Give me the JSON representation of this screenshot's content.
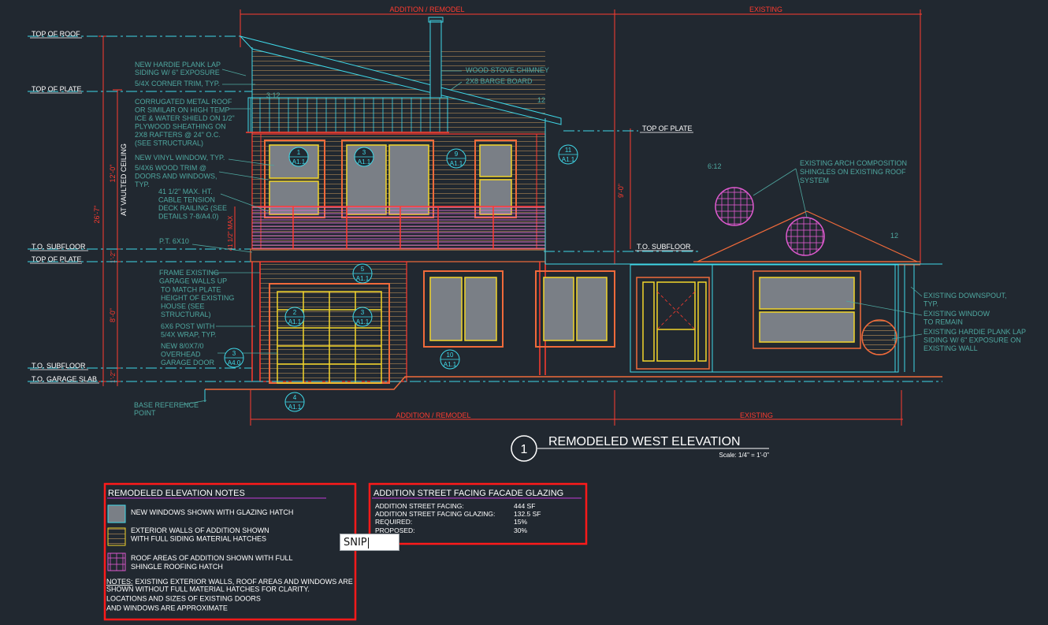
{
  "colors": {
    "background": "#212830",
    "cyan": "#3fd8e8",
    "red": "#ff3b2f",
    "orange": "#f06a3a",
    "yellow": "#f2d52a",
    "teal": "#4fa8a0",
    "magenta": "#c43cd8",
    "pink": "#e88ad8",
    "white": "#e8e8e8",
    "glass": "#7a7f86",
    "siding": "#9a7a50"
  },
  "dimensions": {
    "top_addition": "ADDITION / REMODEL",
    "top_existing": "EXISTING",
    "bottom_addition": "ADDITION / REMODEL",
    "bottom_existing": "EXISTING",
    "overall_height": "26'-7\"",
    "upper_height": "12'-0\"",
    "vaulted_note": "AT VAULTED CEILING",
    "floor_thickness": "1'-2\"",
    "lower_height": "8'-0\"",
    "slab_step": "1'-2\"",
    "existing_height": "9'-0\"",
    "railing_height": "41 1/2\" MAX"
  },
  "levels": {
    "top_of_roof": "TOP OF ROOF",
    "top_of_plate_upper": "TOP OF PLATE",
    "to_subfloor_upper": "T.O. SUBFLOOR",
    "top_of_plate_lower": "TOP OF PLATE",
    "to_subfloor_lower": "T.O. SUBFLOOR",
    "to_garage_slab": "T.O. GARAGE SLAB",
    "existing_top_of_plate": "TOP OF PLATE",
    "existing_subfloor": "T.O. SUBFLOOR"
  },
  "slopes": {
    "addition_roof": "3:12",
    "addition_roof_right": "12",
    "existing_pitch": "6:12",
    "existing_right": "12"
  },
  "notes_left": [
    {
      "lines": [
        "NEW HARDIE PLANK LAP",
        "SIDING W/ 6\" EXPOSURE"
      ]
    },
    {
      "lines": [
        "5/4X CORNER TRIM, TYP."
      ]
    },
    {
      "lines": [
        "CORRUGATED METAL ROOF",
        "OR SIMILAR ON HIGH TEMP",
        "ICE & WATER SHIELD ON 1/2\"",
        "PLYWOOD SHEATHING ON",
        "2X8 RAFTERS @ 24\" O.C.",
        "(SEE STRUCTURAL)"
      ]
    },
    {
      "lines": [
        "NEW VINYL WINDOW, TYP."
      ]
    },
    {
      "lines": [
        "5/4X6 WOOD TRIM @",
        "DOORS AND WINDOWS,",
        "TYP."
      ]
    },
    {
      "lines": [
        "41 1/2\" MAX. HT.",
        "CABLE TENSION",
        "DECK RAILING (SEE",
        "DETAILS 7-8/A4.0)"
      ]
    },
    {
      "lines": [
        "P.T. 6X10"
      ]
    },
    {
      "lines": [
        "FRAME EXISTING",
        "GARAGE WALLS UP",
        "TO MATCH PLATE",
        "HEIGHT OF EXISTING",
        "HOUSE (SEE",
        "STRUCTURAL)"
      ]
    },
    {
      "lines": [
        "6X6 POST WITH",
        "5/4X WRAP, TYP."
      ]
    },
    {
      "lines": [
        "NEW 8/0X7/0",
        "OVERHEAD",
        "GARAGE DOOR"
      ]
    },
    {
      "lines": [
        "BASE REFERENCE",
        "POINT"
      ]
    }
  ],
  "notes_top": [
    {
      "lines": [
        "WOOD STOVE CHIMNEY"
      ]
    },
    {
      "lines": [
        "2X8 BARGE BOARD"
      ]
    }
  ],
  "notes_right": [
    {
      "lines": [
        "EXISTING ARCH COMPOSITION",
        "SHINGLES ON EXISTING ROOF",
        "SYSTEM"
      ]
    },
    {
      "lines": [
        "EXISTING DOWNSPOUT,",
        "TYP."
      ]
    },
    {
      "lines": [
        "EXISTING WINDOW",
        "TO REMAIN"
      ]
    },
    {
      "lines": [
        "EXISTING HARDIE PLANK LAP",
        "SIDING W/ 6\" EXPOSURE ON",
        "EXISTING WALL"
      ]
    }
  ],
  "tags": [
    {
      "num": "1",
      "sheet": "A1.1"
    },
    {
      "num": "3",
      "sheet": "A1.1"
    },
    {
      "num": "9",
      "sheet": "A1.1"
    },
    {
      "num": "11",
      "sheet": "A1.1"
    },
    {
      "num": "5",
      "sheet": "A1.1"
    },
    {
      "num": "2",
      "sheet": "A1.1"
    },
    {
      "num": "3",
      "sheet": "A1.1"
    },
    {
      "num": "3",
      "sheet": "A4.0"
    },
    {
      "num": "10",
      "sheet": "A1.1"
    },
    {
      "num": "4",
      "sheet": "A1.1"
    }
  ],
  "title_block": {
    "number": "1",
    "title": "REMODELED WEST ELEVATION",
    "scale": "Scale: 1/4\" = 1'-0\""
  },
  "legend": {
    "title": "REMODELED ELEVATION NOTES",
    "items": [
      {
        "icon": "glazing-hatch-icon",
        "lines": [
          "NEW WINDOWS SHOWN WITH GLAZING HATCH"
        ]
      },
      {
        "icon": "siding-hatch-icon",
        "lines": [
          "EXTERIOR WALLS OF ADDITION SHOWN",
          "WITH FULL SIDING MATERIAL HATCHES"
        ]
      },
      {
        "icon": "shingle-hatch-icon",
        "lines": [
          "ROOF AREAS OF ADDITION SHOWN WITH FULL",
          "SHINGLE ROOFING HATCH"
        ]
      }
    ],
    "notes_label": "NOTES:",
    "notes": [
      "EXISTING EXTERIOR WALLS, ROOF AREAS AND WINDOWS ARE",
      "SHOWN WITHOUT FULL MATERIAL HATCHES FOR CLARITY.",
      "LOCATIONS AND SIZES OF EXISTING DOORS",
      "AND WINDOWS ARE APPROXIMATE"
    ]
  },
  "glazing": {
    "title": "ADDITION STREET FACING FACADE GLAZING",
    "rows": [
      {
        "label": "ADDITION STREET FACING:",
        "value": "444 SF"
      },
      {
        "label": "ADDITION STREET FACING GLAZING:",
        "value": "132.5 SF"
      },
      {
        "label": "REQUIRED:",
        "value": "15%"
      },
      {
        "label": "PROPOSED:",
        "value": "30%"
      }
    ]
  },
  "snip_input": {
    "value": "SNIP"
  }
}
